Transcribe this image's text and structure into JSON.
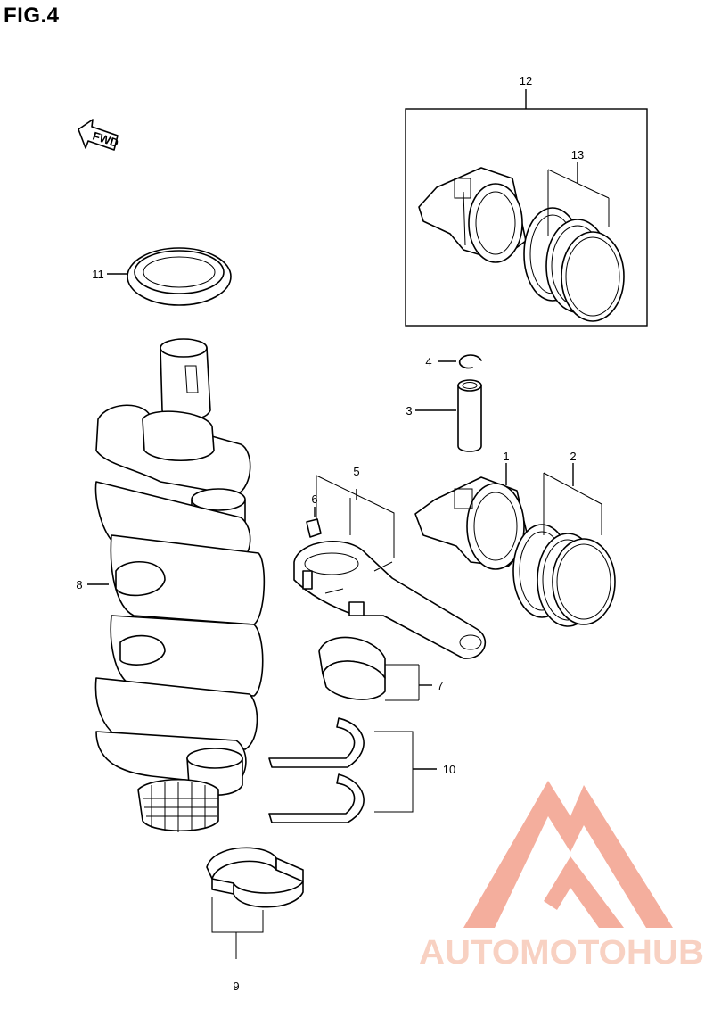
{
  "figure": {
    "title": "FIG.4",
    "direction_label": "FWD"
  },
  "callouts": {
    "c1": "1",
    "c2": "2",
    "c3": "3",
    "c4": "4",
    "c5": "5",
    "c6": "6",
    "c7": "7",
    "c8": "8",
    "c9": "9",
    "c10": "10",
    "c11": "11",
    "c12": "12",
    "c13": "13"
  },
  "watermark": {
    "text": "AUTOMOTOHUB",
    "color_primary": "#f3a08d",
    "color_secondary": "#7a7a7a"
  }
}
